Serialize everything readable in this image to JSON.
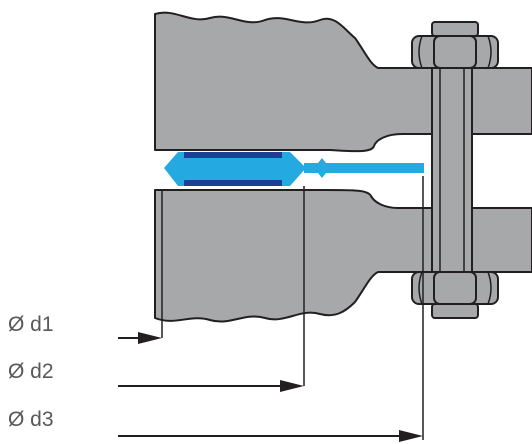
{
  "labels": {
    "d1": "Ø d1",
    "d2": "Ø d2",
    "d3": "Ø d3"
  },
  "colors": {
    "flange": "#a7a8aa",
    "flange_dark": "#8c8d8f",
    "outline": "#231f20",
    "gasket_light": "#24a9e1",
    "gasket_dark": "#1c3f95",
    "bolt": "#a7a8aa",
    "text": "#58595b",
    "line": "#231f20"
  }
}
